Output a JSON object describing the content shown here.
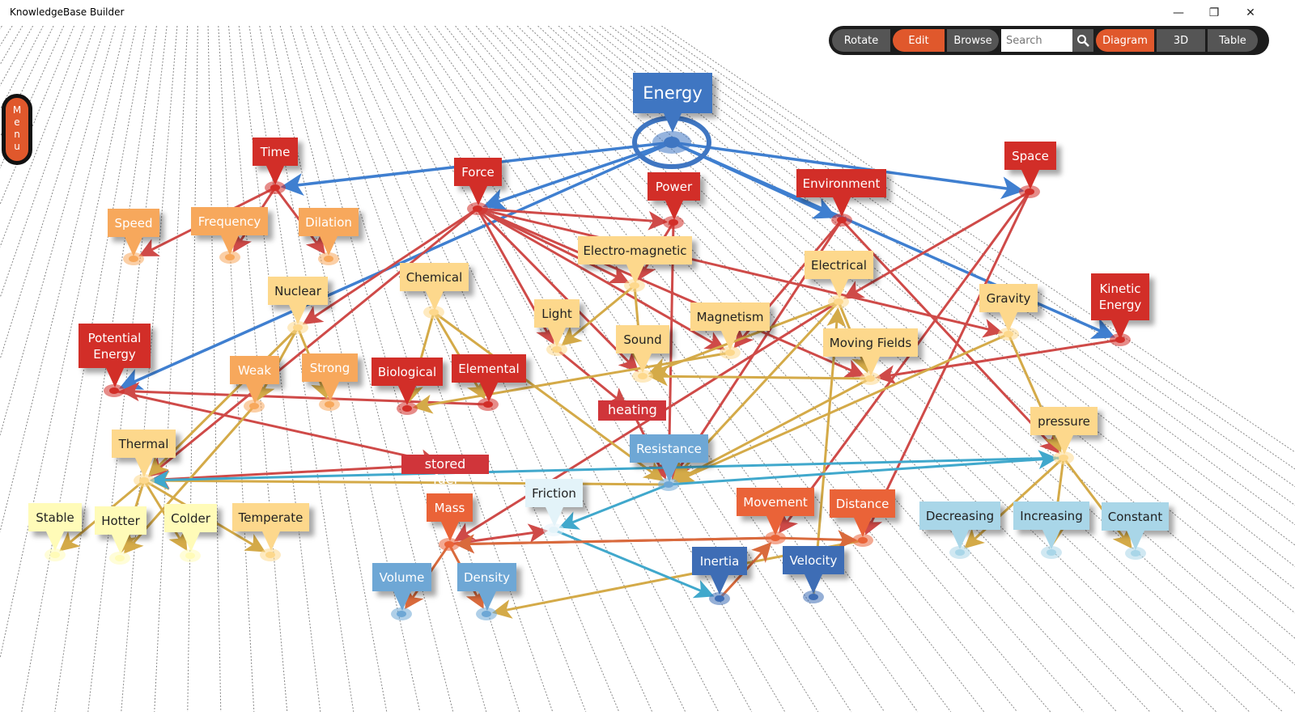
{
  "window": {
    "title": "KnowledgeBase Builder",
    "minimize": "—",
    "restore": "❐",
    "close": "✕"
  },
  "toolbar": {
    "rotate": "Rotate",
    "edit": "Edit",
    "browse": "Browse",
    "search_placeholder": "Search",
    "search_icon": "search-icon",
    "diagram": "Diagram",
    "threed": "3D",
    "table": "Table",
    "active": [
      "Edit",
      "Diagram"
    ]
  },
  "menu": {
    "label": "Menu"
  },
  "colors": {
    "red": "#d22e28",
    "orange": "#f7a85c",
    "gold": "#fdd88c",
    "pale": "#fffbb8",
    "lightblue": "#a9d6e8",
    "midblue": "#6ea7d5",
    "darkblue": "#3e6db5",
    "vermilion": "#ea6338",
    "ice": "#e3f3f9",
    "energy": "#3f76c2",
    "edge_red": "#cf4a48",
    "edge_blue": "#3f7fd0",
    "edge_gold": "#d4aa48",
    "edge_cyan": "#40a8cc",
    "edge_orange": "#d96a3c"
  },
  "nodes": [
    {
      "id": "energy",
      "label": "Energy",
      "style": "energy"
    },
    {
      "id": "time",
      "label": "Time",
      "style": "red"
    },
    {
      "id": "force",
      "label": "Force",
      "style": "red"
    },
    {
      "id": "power",
      "label": "Power",
      "style": "red"
    },
    {
      "id": "environment",
      "label": "Environment",
      "style": "red"
    },
    {
      "id": "space",
      "label": "Space",
      "style": "red"
    },
    {
      "id": "speed",
      "label": "Speed",
      "style": "orange"
    },
    {
      "id": "frequency",
      "label": "Frequency",
      "style": "orange"
    },
    {
      "id": "dilation",
      "label": "Dilation",
      "style": "orange"
    },
    {
      "id": "electromagnetic",
      "label": "Electro-magnetic",
      "style": "gold"
    },
    {
      "id": "electrical",
      "label": "Electrical",
      "style": "gold"
    },
    {
      "id": "chemical",
      "label": "Chemical",
      "style": "gold"
    },
    {
      "id": "nuclear",
      "label": "Nuclear",
      "style": "gold"
    },
    {
      "id": "light",
      "label": "Light",
      "style": "gold"
    },
    {
      "id": "magnetism",
      "label": "Magnetism",
      "style": "gold"
    },
    {
      "id": "gravity",
      "label": "Gravity",
      "style": "gold"
    },
    {
      "id": "kinetic",
      "label": "Kinetic\nEnergy",
      "style": "red"
    },
    {
      "id": "potential",
      "label": "Potential\nEnergy",
      "style": "red"
    },
    {
      "id": "sound",
      "label": "Sound",
      "style": "gold"
    },
    {
      "id": "movingfields",
      "label": "Moving Fields",
      "style": "gold"
    },
    {
      "id": "weak",
      "label": "Weak",
      "style": "orange"
    },
    {
      "id": "strong",
      "label": "Strong",
      "style": "orange"
    },
    {
      "id": "biological",
      "label": "Biological",
      "style": "red"
    },
    {
      "id": "elemental",
      "label": "Elemental",
      "style": "red"
    },
    {
      "id": "pressure",
      "label": "pressure",
      "style": "gold"
    },
    {
      "id": "resistance",
      "label": "Resistance",
      "style": "midblue"
    },
    {
      "id": "thermal",
      "label": "Thermal",
      "style": "gold"
    },
    {
      "id": "friction",
      "label": "Friction",
      "style": "ice"
    },
    {
      "id": "mass",
      "label": "Mass",
      "style": "vermilion"
    },
    {
      "id": "movement",
      "label": "Movement",
      "style": "vermilion"
    },
    {
      "id": "distance",
      "label": "Distance",
      "style": "vermilion"
    },
    {
      "id": "decreasing",
      "label": "Decreasing",
      "style": "lightblue"
    },
    {
      "id": "increasing",
      "label": "Increasing",
      "style": "lightblue"
    },
    {
      "id": "constant",
      "label": "Constant",
      "style": "lightblue"
    },
    {
      "id": "stable",
      "label": "Stable",
      "style": "pale"
    },
    {
      "id": "hotter",
      "label": "Hotter",
      "style": "pale"
    },
    {
      "id": "colder",
      "label": "Colder",
      "style": "pale"
    },
    {
      "id": "temperate",
      "label": "Temperate",
      "style": "gold"
    },
    {
      "id": "volume",
      "label": "Volume",
      "style": "midblue"
    },
    {
      "id": "density",
      "label": "Density",
      "style": "midblue"
    },
    {
      "id": "inertia",
      "label": "Inertia",
      "style": "darkblue"
    },
    {
      "id": "velocity",
      "label": "Velocity",
      "style": "darkblue"
    }
  ],
  "edge_labels": {
    "heating": "heating",
    "stored_fuel": "stored fuel"
  },
  "edges": [
    [
      "energy",
      "time",
      "blue"
    ],
    [
      "energy",
      "force",
      "blue"
    ],
    [
      "energy",
      "potential",
      "blue"
    ],
    [
      "energy",
      "environment",
      "blue"
    ],
    [
      "energy",
      "space",
      "blue"
    ],
    [
      "energy",
      "kinetic",
      "blue"
    ],
    [
      "time",
      "speed",
      "red"
    ],
    [
      "time",
      "dilation",
      "red"
    ],
    [
      "time",
      "frequency",
      "red"
    ],
    [
      "force",
      "power",
      "red"
    ],
    [
      "force",
      "electromagnetic",
      "red"
    ],
    [
      "force",
      "magnetism",
      "red"
    ],
    [
      "force",
      "gravity",
      "red"
    ],
    [
      "force",
      "light",
      "red"
    ],
    [
      "force",
      "sound",
      "red"
    ],
    [
      "force",
      "nuclear",
      "red"
    ],
    [
      "force",
      "thermal",
      "red"
    ],
    [
      "force",
      "movingfields",
      "red"
    ],
    [
      "environment",
      "pressure",
      "red"
    ],
    [
      "environment",
      "magnetism",
      "red"
    ],
    [
      "environment",
      "resistance",
      "red"
    ],
    [
      "space",
      "movement",
      "red"
    ],
    [
      "space",
      "distance",
      "red"
    ],
    [
      "space",
      "electrical",
      "red"
    ],
    [
      "power",
      "resistance",
      "red"
    ],
    [
      "power",
      "electromagnetic",
      "red"
    ],
    [
      "kinetic",
      "movingfields",
      "red"
    ],
    [
      "potential",
      "stored_fuel",
      "red"
    ],
    [
      "stored_fuel",
      "thermal",
      "red"
    ],
    [
      "light",
      "heating",
      "red"
    ],
    [
      "heating",
      "resistance",
      "red"
    ],
    [
      "electrical",
      "mass",
      "red"
    ],
    [
      "elemental",
      "potential",
      "red"
    ],
    [
      "mass",
      "friction",
      "red"
    ],
    [
      "movement",
      "mass",
      "red"
    ],
    [
      "nuclear",
      "weak",
      "gold"
    ],
    [
      "nuclear",
      "strong",
      "gold"
    ],
    [
      "nuclear",
      "thermal",
      "gold"
    ],
    [
      "chemical",
      "biological",
      "gold"
    ],
    [
      "chemical",
      "elemental",
      "gold"
    ],
    [
      "chemical",
      "resistance",
      "gold"
    ],
    [
      "electrical",
      "movingfields",
      "gold"
    ],
    [
      "electrical",
      "sound",
      "gold"
    ],
    [
      "electromagnetic",
      "sound",
      "gold"
    ],
    [
      "electromagnetic",
      "light",
      "gold"
    ],
    [
      "movingfields",
      "sound",
      "gold"
    ],
    [
      "movingfields",
      "resistance",
      "gold"
    ],
    [
      "thermal",
      "stable",
      "gold"
    ],
    [
      "thermal",
      "hotter",
      "gold"
    ],
    [
      "thermal",
      "colder",
      "gold"
    ],
    [
      "thermal",
      "temperate",
      "gold"
    ],
    [
      "resistance",
      "thermal",
      "gold"
    ],
    [
      "weak",
      "hotter",
      "gold"
    ],
    [
      "gravity",
      "pressure",
      "gold"
    ],
    [
      "pressure",
      "decreasing",
      "gold"
    ],
    [
      "pressure",
      "increasing",
      "gold"
    ],
    [
      "pressure",
      "constant",
      "gold"
    ],
    [
      "magnetism",
      "biological",
      "gold"
    ],
    [
      "electrical",
      "resistance",
      "gold"
    ],
    [
      "gravity",
      "resistance",
      "gold"
    ],
    [
      "distance",
      "density",
      "gold"
    ],
    [
      "velocity",
      "electrical",
      "gold"
    ],
    [
      "resistance",
      "friction",
      "cyan"
    ],
    [
      "resistance",
      "pressure",
      "cyan"
    ],
    [
      "friction",
      "inertia",
      "cyan"
    ],
    [
      "pressure",
      "thermal",
      "cyan"
    ],
    [
      "movement",
      "distance",
      "orange"
    ],
    [
      "inertia",
      "movement",
      "orange"
    ],
    [
      "mass",
      "volume",
      "orange"
    ],
    [
      "mass",
      "density",
      "orange"
    ],
    [
      "movement",
      "mass",
      "orange"
    ]
  ]
}
